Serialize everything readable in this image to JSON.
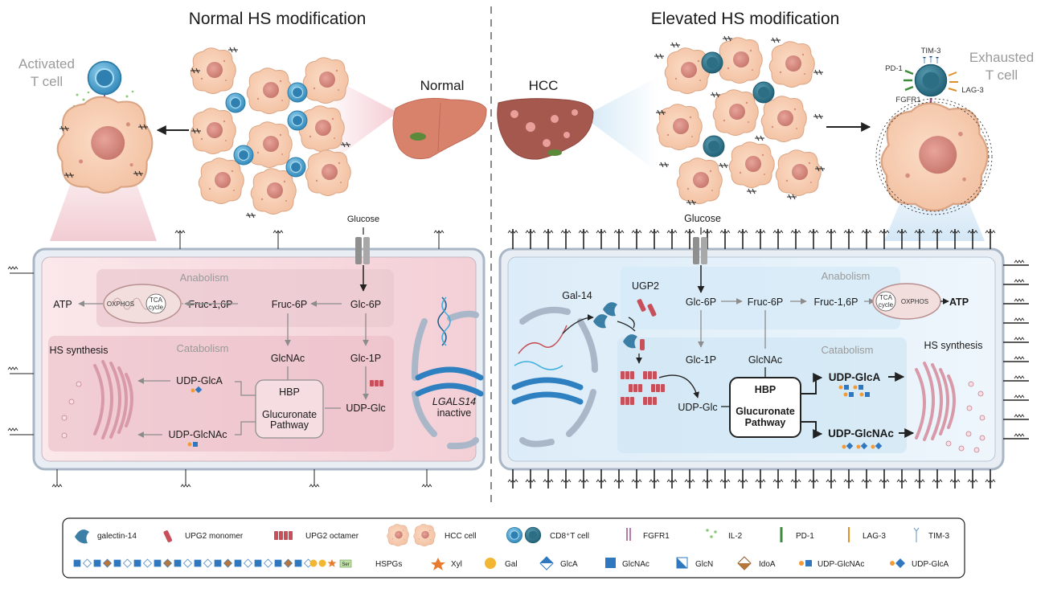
{
  "headers": {
    "left": "Normal HS modification",
    "right": "Elevated HS modification"
  },
  "left": {
    "tcell": [
      "Activated",
      "T cell"
    ],
    "liver": "Normal",
    "glucose": "Glucose",
    "anabolism": "Anabolism",
    "catabolism": "Catabolism",
    "atp": "ATP",
    "oxphos": "OXPHOS",
    "tca": [
      "TCA",
      "cycle"
    ],
    "fruc16": "Fruc-1,6P",
    "fruc6": "Fruc-6P",
    "glc6": "Glc-6P",
    "glcnac": "GlcNAc",
    "glc1": "Glc-1P",
    "udpglc": "UDP-Glc",
    "udpglca": "UDP-GlcA",
    "udpglcnac": "UDP-GlcNAc",
    "hs_synthesis": "HS synthesis",
    "hbp": "HBP",
    "pathway": [
      "Glucuronate",
      "Pathway"
    ],
    "lgals": "LGALS14",
    "inactive": "inactive"
  },
  "right": {
    "tcell": [
      "Exhausted",
      "T cell"
    ],
    "liver": "HCC",
    "glucose": "Glucose",
    "anabolism": "Anabolism",
    "catabolism": "Catabolism",
    "atp": "ATP",
    "oxphos": "OXPHOS",
    "tca": [
      "TCA",
      "cycle"
    ],
    "gal14": "Gal-14",
    "ugp2": "UGP2",
    "glc6": "Glc-6P",
    "fruc6": "Fruc-6P",
    "fruc16": "Fruc-1,6P",
    "glc1": "Glc-1P",
    "glcnac": "GlcNAc",
    "udpglc": "UDP-Glc",
    "udpglca": "UDP-GlcA",
    "udpglcnac": "UDP-GlcNAc",
    "hs_synthesis": "HS synthesis",
    "hbp": "HBP",
    "pathway": [
      "Glucuronate",
      "Pathway"
    ],
    "receptors": {
      "pd1": "PD-1",
      "tim3": "TIM-3",
      "lag3": "LAG-3",
      "fgfr1": "FGFR1"
    }
  },
  "legend": {
    "row1": [
      "galectin-14",
      "UPG2 monomer",
      "UPG2 octamer",
      "HCC cell",
      "CD8⁺T cell",
      "FGFR1",
      "IL-2",
      "PD-1",
      "LAG-3",
      "TIM-3"
    ],
    "row2": [
      "HSPGs",
      "Xyl",
      "Gal",
      "GlcA",
      "GlcNAc",
      "GlcN",
      "IdoA",
      "UDP-GlcNAc",
      "UDP-GlcA"
    ],
    "ser": "Ser"
  },
  "colors": {
    "pink_panel": "#f6dfe3",
    "blue_panel": "#e4f1fa",
    "hepatocyte": "#f7cdb0",
    "nucleus": "#d98b82",
    "tcell": "#4aa3d0",
    "ugp2": "#c8505a",
    "galectin": "#3b7fa6",
    "glca": "#2f78c0",
    "gal": "#f2b632",
    "xyl": "#e77a2c"
  }
}
